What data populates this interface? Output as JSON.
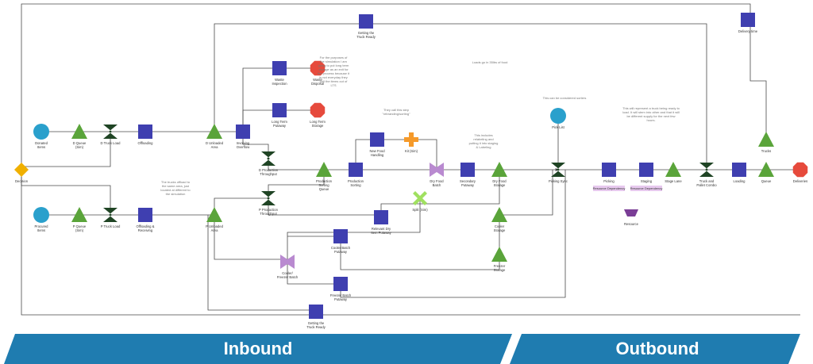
{
  "colors": {
    "entity": "#2aa0cc",
    "queue": "#5aa43a",
    "process": "#3f3fb0",
    "delay": "#1f4424",
    "sink": "#e64a3c",
    "decision": "#f0b000",
    "batch": "#b98ad0",
    "split": "#a0e060",
    "combine": "#f59a2a",
    "resource": "#7a3d96",
    "banner": "#1f7cb0",
    "badge": "#e7c9ee"
  },
  "banners": {
    "inbound": "Inbound",
    "outbound": "Outbound"
  },
  "nodes": [
    {
      "id": "donated-items",
      "shape": "circle",
      "label": "Donated\nItems"
    },
    {
      "id": "d-queue",
      "shape": "triangle",
      "label": "D Queue\n(Sim)"
    },
    {
      "id": "d-truck-load",
      "shape": "hourglass",
      "label": "D Truck Load"
    },
    {
      "id": "offloading",
      "shape": "square",
      "label": "Offloading"
    },
    {
      "id": "d-unloaded-area",
      "shape": "triangle",
      "label": "D Unloaded\nArea"
    },
    {
      "id": "involving-overflow",
      "shape": "square",
      "label": "Involving\nOverflow"
    },
    {
      "id": "waste-inspection",
      "shape": "square",
      "label": "Waste\nInspection"
    },
    {
      "id": "waste-disposal",
      "shape": "octagon",
      "label": "Waste\nDisposal"
    },
    {
      "id": "long-term-putaway",
      "shape": "square",
      "label": "Long Term\nPutaway"
    },
    {
      "id": "long-term-storage",
      "shape": "octagon",
      "label": "Long Term\nStorage"
    },
    {
      "id": "getting-truck-ready-top",
      "shape": "square",
      "label": "Getting the\nTruck Ready"
    },
    {
      "id": "d-production-throughput",
      "shape": "hourglass",
      "label": "D Production\nThroughput"
    },
    {
      "id": "production-sorting-queue",
      "shape": "triangle",
      "label": "Production\nSorting\nQueue"
    },
    {
      "id": "production-sorting",
      "shape": "square",
      "label": "Production\nSorting"
    },
    {
      "id": "new-food-handling",
      "shape": "square",
      "label": "New Food\nHandling"
    },
    {
      "id": "kit-sim",
      "shape": "plus",
      "label": "Kit (Sim)"
    },
    {
      "id": "dry-food-batch",
      "shape": "bowtie",
      "label": "Dry Food\nBatch"
    },
    {
      "id": "secondary-putaway",
      "shape": "square",
      "label": "Secondary\nPutaway"
    },
    {
      "id": "dry-food-storage",
      "shape": "triangle",
      "label": "Dry Food\nStorage"
    },
    {
      "id": "decision",
      "shape": "diamond",
      "label": "Decision"
    },
    {
      "id": "procured-items",
      "shape": "circle",
      "label": "Procured\nItems"
    },
    {
      "id": "p-queue",
      "shape": "triangle",
      "label": "P Queue\n(Sim)"
    },
    {
      "id": "p-truck-load",
      "shape": "hourglass",
      "label": "P Truck Load"
    },
    {
      "id": "offloading-receiving",
      "shape": "square",
      "label": "Offloading &\nReceiving"
    },
    {
      "id": "p-unloaded-area",
      "shape": "triangle",
      "label": "P Unloaded\nArea"
    },
    {
      "id": "p-production-throughput",
      "shape": "hourglass",
      "label": "P Production\nThroughput"
    },
    {
      "id": "relevant-dry-putaway",
      "shape": "square",
      "label": "Relevant Dry\nItem Putaway"
    },
    {
      "id": "split-sim",
      "shape": "x",
      "label": "Split (Sim)"
    },
    {
      "id": "cooler-storage",
      "shape": "triangle",
      "label": "Cooler\nStorage"
    },
    {
      "id": "cooler-batch-putaway",
      "shape": "square",
      "label": "Cooler Batch\nPutaway"
    },
    {
      "id": "cooler-freezer-batch",
      "shape": "bowtie",
      "label": "Cooler/\nFreezer Batch"
    },
    {
      "id": "freezer-batch-putaway",
      "shape": "square",
      "label": "Freezer Batch\nPutaway"
    },
    {
      "id": "freezer-storage",
      "shape": "triangle",
      "label": "Freezer\nStorage"
    },
    {
      "id": "getting-truck-ready-bottom",
      "shape": "square",
      "label": "Getting the\nTruck Ready"
    },
    {
      "id": "pick-list",
      "shape": "circle",
      "label": "Pick List"
    },
    {
      "id": "picking-sync",
      "shape": "hourglass",
      "label": "Picking Sync"
    },
    {
      "id": "picking",
      "shape": "square",
      "label": "Picking"
    },
    {
      "id": "staging",
      "shape": "square",
      "label": "Staging"
    },
    {
      "id": "stage-lane",
      "shape": "triangle",
      "label": "Stage Lane"
    },
    {
      "id": "truck-pallet-combo",
      "shape": "hourglass",
      "label": "Truck and\nPallet Combo"
    },
    {
      "id": "loading",
      "shape": "square",
      "label": "Loading"
    },
    {
      "id": "queue",
      "shape": "triangle",
      "label": "Queue"
    },
    {
      "id": "deliveries",
      "shape": "octagon",
      "label": "Deliveries"
    },
    {
      "id": "trucks",
      "shape": "triangle",
      "label": "Trucks"
    },
    {
      "id": "delivery-time",
      "shape": "square",
      "label": "Delivery time"
    },
    {
      "id": "resource",
      "shape": "trapezoid",
      "label": "Resource"
    }
  ],
  "badges": {
    "picking": "Resource Dependency",
    "staging": "Resource Dependency"
  },
  "notes": [
    {
      "id": "note-waste",
      "text": "For the purposes of\nthe simulation I am\ngoing to put long term\nstorage as an exit for\nthe process because it\nis not everyday they\npull the items out of\nLTS"
    },
    {
      "id": "note-loads",
      "text": "Loads go in 35lbs of food"
    },
    {
      "id": "note-rebranding",
      "text": "They call this step\n\"rebranding/sorting\""
    },
    {
      "id": "note-relabel",
      "text": "This includes\nrelabeling and\nputting it into staging\n& Labeling"
    },
    {
      "id": "note-consolidate",
      "text": "This can be considered sorters"
    },
    {
      "id": "note-truck",
      "text": "This will represent a truck being ready to\nload. It will stem into other and that it will\nbe different supply for the next few\nhours."
    },
    {
      "id": "note-offload",
      "text": "The trucks offload to\nthe same area, just\nlocated at different to\nthe simulation"
    }
  ]
}
